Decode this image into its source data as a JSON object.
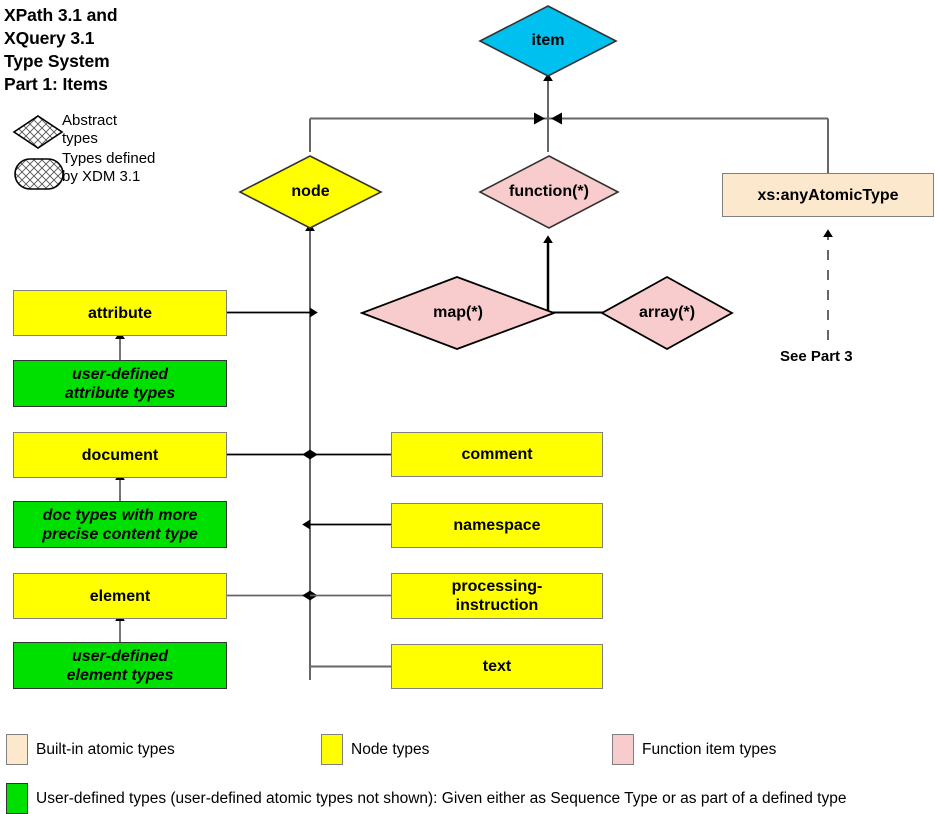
{
  "title": {
    "lines": [
      "XPath 3.1 and",
      "XQuery 3.1",
      "Type System",
      "Part 1: Items"
    ],
    "text": "XPath 3.1 and\nXQuery 3.1\nType System\nPart 1: Items"
  },
  "key": {
    "abstract_label": "Abstract\ntypes",
    "xdm_label": "Types defined\nby XDM 3.1"
  },
  "nodes": {
    "item": {
      "label": "item",
      "shape": "diamond",
      "color": "#00c0f0"
    },
    "node": {
      "label": "node",
      "shape": "diamond",
      "color": "#ffff00"
    },
    "function": {
      "label": "function(*)",
      "shape": "diamond",
      "color": "#f8cccc"
    },
    "map": {
      "label": "map(*)",
      "shape": "diamond",
      "color": "#f8cccc"
    },
    "array": {
      "label": "array(*)",
      "shape": "diamond",
      "color": "#f8cccc"
    },
    "any_atomic": {
      "label": "xs:anyAtomicType",
      "shape": "rect",
      "color": "#fce8cd"
    },
    "see_part_3": {
      "label": "See Part 3"
    },
    "attribute": {
      "label": "attribute",
      "color": "#ffff00"
    },
    "user_defined_attribute_types": {
      "label": "user-defined\nattribute types",
      "color": "#00e000"
    },
    "document": {
      "label": "document",
      "color": "#ffff00"
    },
    "doc_types_precise": {
      "label": "doc types with more\nprecise content type",
      "color": "#00e000"
    },
    "element": {
      "label": "element",
      "color": "#ffff00"
    },
    "user_defined_element_types": {
      "label": "user-defined\nelement types",
      "color": "#00e000"
    },
    "comment": {
      "label": "comment",
      "color": "#ffff00"
    },
    "namespace": {
      "label": "namespace",
      "color": "#ffff00"
    },
    "processing_instruction": {
      "label": "processing-\ninstruction",
      "color": "#ffff00"
    },
    "text": {
      "label": "text",
      "color": "#ffff00"
    }
  },
  "legend": {
    "items": [
      {
        "label": "Built-in atomic types",
        "color": "#fce8cd"
      },
      {
        "label": "Node types",
        "color": "#ffff00"
      },
      {
        "label": "Function item types",
        "color": "#f8cccc"
      }
    ],
    "userdefined": {
      "label": "User-defined types (user-defined atomic types not shown):  Given either as Sequence Type or as part of a defined type",
      "color": "#00e000"
    }
  },
  "colors": {
    "item_cyan": "#00c0f0",
    "node_yellow": "#ffff00",
    "function_pink": "#f8cccc",
    "atomic_cream": "#fce8cd",
    "user_green": "#00e000",
    "line_gray": "#666666",
    "line_black": "#000000"
  }
}
